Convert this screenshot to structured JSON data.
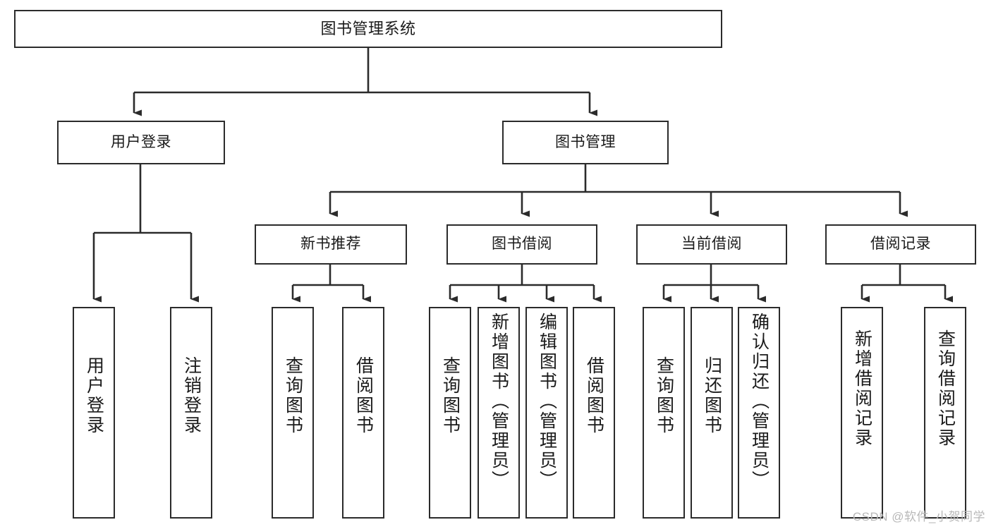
{
  "diagram": {
    "title": "图书管理系统",
    "type": "tree-hierarchy-chart",
    "orientation": "top-down",
    "colors": {
      "box_border": "#2b2b2b",
      "box_fill": "#ffffff",
      "connector": "#2b2b2b",
      "text": "#1a1a1a",
      "watermark": "#b8b8b8"
    }
  },
  "nodes": {
    "root": {
      "label": "图书管理系统"
    },
    "level1": [
      {
        "id": "user-login",
        "label": "用户登录"
      },
      {
        "id": "book-manage",
        "label": "图书管理"
      }
    ],
    "level2": [
      {
        "id": "new-book-recommend",
        "label": "新书推荐"
      },
      {
        "id": "book-borrow",
        "label": "图书借阅"
      },
      {
        "id": "current-borrow",
        "label": "当前借阅"
      },
      {
        "id": "borrow-record",
        "label": "借阅记录"
      }
    ],
    "leaves": {
      "user_login": [
        {
          "id": "leaf-user-login",
          "label": "用户登录"
        },
        {
          "id": "leaf-logout-login",
          "label": "注销登录"
        }
      ],
      "new_book_recommend": [
        {
          "id": "leaf-query-book-1",
          "label": "查询图书"
        },
        {
          "id": "leaf-borrow-book-1",
          "label": "借阅图书"
        }
      ],
      "book_borrow": [
        {
          "id": "leaf-query-book-2",
          "label": "查询图书"
        },
        {
          "id": "leaf-add-book",
          "label": "新增图书（管理员）"
        },
        {
          "id": "leaf-edit-book",
          "label": "编辑图书（管理员）"
        },
        {
          "id": "leaf-borrow-book-2",
          "label": "借阅图书"
        }
      ],
      "current_borrow": [
        {
          "id": "leaf-query-book-3",
          "label": "查询图书"
        },
        {
          "id": "leaf-return-book",
          "label": "归还图书"
        },
        {
          "id": "leaf-confirm-return",
          "label": "确认归还（管理员）"
        }
      ],
      "borrow_record": [
        {
          "id": "leaf-add-record",
          "label": "新增借阅记录"
        },
        {
          "id": "leaf-query-record",
          "label": "查询借阅记录"
        }
      ]
    }
  },
  "watermark": {
    "text": "CSDN @软件_小贺同学"
  }
}
